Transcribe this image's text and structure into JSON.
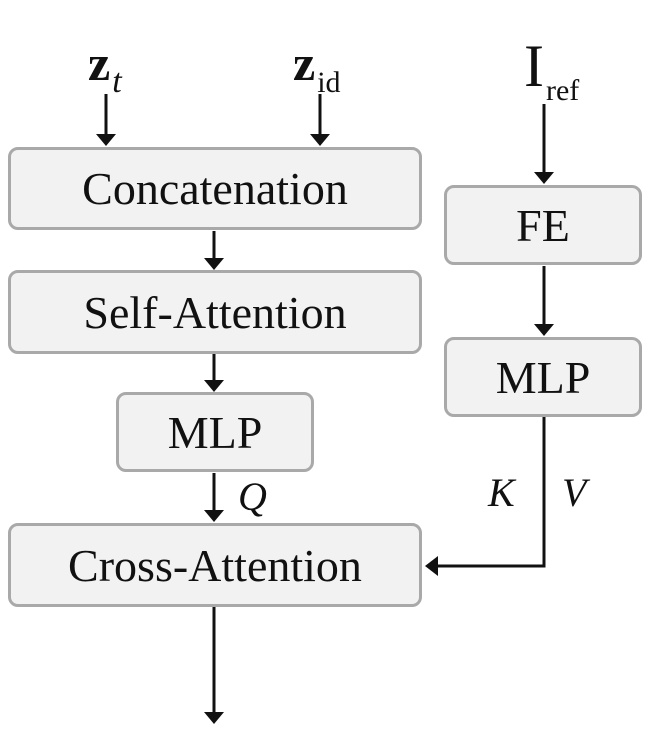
{
  "inputs": {
    "z_t": {
      "main": "z",
      "sub": "t"
    },
    "z_id": {
      "main": "z",
      "sub": "id"
    },
    "i_ref": {
      "main": "I",
      "sub": "ref"
    }
  },
  "nodes": {
    "concatenation": "Concatenation",
    "self_attention": "Self-Attention",
    "mlp_left": "MLP",
    "cross_attention": "Cross-Attention",
    "fe": "FE",
    "mlp_right": "MLP"
  },
  "edge_labels": {
    "q": "Q",
    "k": "K",
    "v": "V"
  },
  "colors": {
    "box_fill": "#f2f2f2",
    "box_border": "#a9a9a9",
    "line": "#111111"
  }
}
